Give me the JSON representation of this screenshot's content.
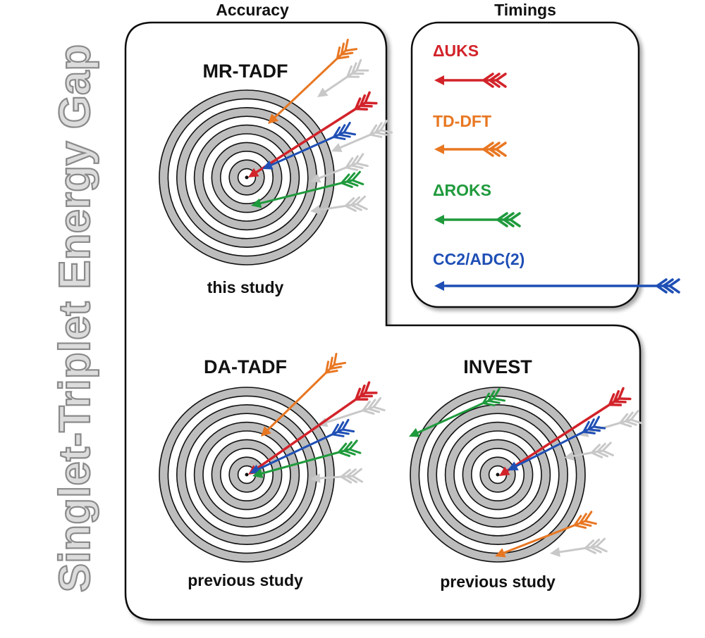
{
  "side_title": "Singlet-Triplet Energy Gap",
  "headers": {
    "accuracy": "Accuracy",
    "timings": "Timings"
  },
  "colors": {
    "uks": "#d2232a",
    "tddft": "#e87722",
    "roks": "#1f9a3c",
    "cc2": "#1f4fb5",
    "ghost": "#c8c8c8",
    "ring_gray": "#bdbdbd",
    "side_title_fill": "#dcdcdc",
    "side_title_stroke": "#8a8a8a"
  },
  "targets": [
    {
      "id": "mr-tadf",
      "title": "MR-TADF",
      "caption": "this study"
    },
    {
      "id": "da-tadf",
      "title": "DA-TADF",
      "caption": "previous study"
    },
    {
      "id": "invest",
      "title": "INVEST",
      "caption": "previous study"
    }
  ],
  "timings": [
    {
      "method": "ΔUKS",
      "color_key": "uks"
    },
    {
      "method": "TD-DFT",
      "color_key": "tddft"
    },
    {
      "method": "ΔROKS",
      "color_key": "roks"
    },
    {
      "method": "CC2/ADC(2)",
      "color_key": "cc2"
    }
  ]
}
